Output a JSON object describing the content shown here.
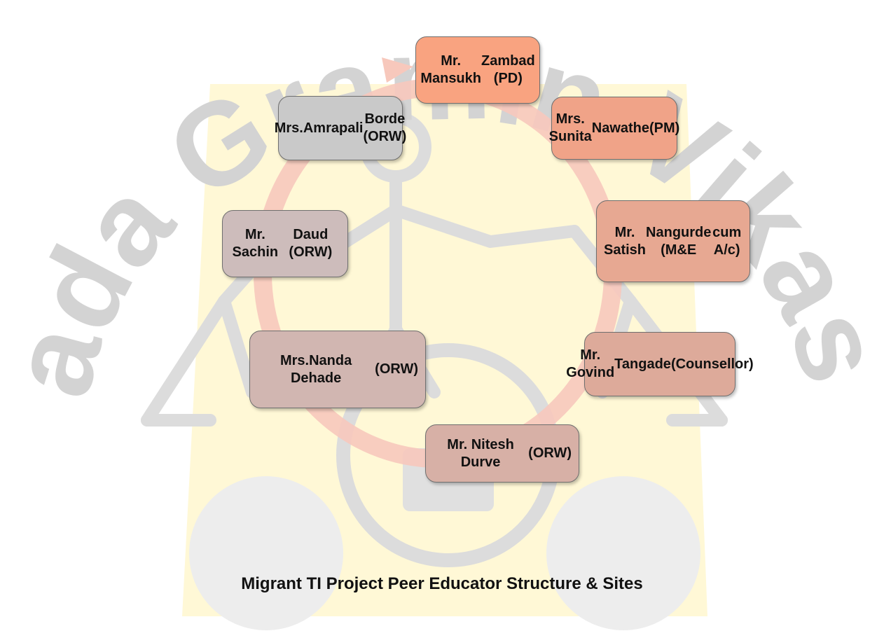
{
  "watermark": {
    "text": "Marathwada Gramin Vikas Sanstha"
  },
  "caption": "Migrant TI Project Peer Educator Structure & Sites",
  "nodes": [
    {
      "lines": [
        "Mr. Mansukh",
        "Zambad (PD)"
      ],
      "color": "#f9a380"
    },
    {
      "lines": [
        "Mrs. Sunita",
        "Nawathe",
        "(PM)"
      ],
      "color": "#f0a388"
    },
    {
      "lines": [
        "Mr. Satish",
        "Nangurde (M&E",
        "cum A/c)"
      ],
      "color": "#e7a892"
    },
    {
      "lines": [
        "Mr. Govind",
        "Tangade",
        "(Counsellor)"
      ],
      "color": "#ddaa9a"
    },
    {
      "lines": [
        "Mr. Nitesh Durve",
        "(ORW)"
      ],
      "color": "#d7b0a6"
    },
    {
      "lines": [
        "Mrs.Nanda Dehade",
        "(ORW)"
      ],
      "color": "#d1b6b1"
    },
    {
      "lines": [
        "Mr. Sachin",
        "Daud (ORW)"
      ],
      "color": "#cdbcbb"
    },
    {
      "lines": [
        "Mrs.",
        "Amrapali",
        "Borde (ORW)"
      ],
      "color": "#c9c9c9"
    }
  ],
  "colors": {
    "cycle_ring": "#f7c8bc",
    "watermark_gray": "#d3d3d3",
    "watermark_yellow": "#fff6c8"
  }
}
